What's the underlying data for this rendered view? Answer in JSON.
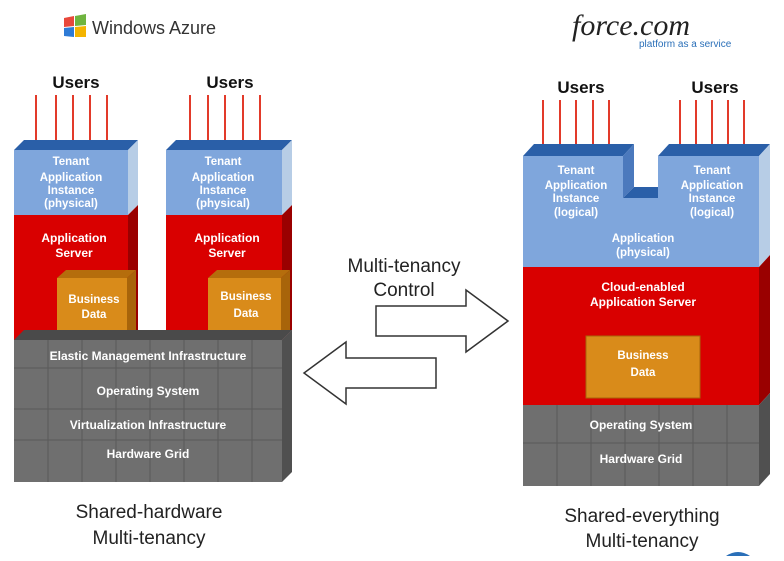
{
  "logos": {
    "windows_azure": "Windows Azure",
    "force_brand": "force.com",
    "force_tagline": "platform as a service"
  },
  "left_stack": {
    "users_1": "Users",
    "users_2": "Users",
    "tenant_1": [
      "Tenant",
      "Application",
      "Instance",
      "(physical)"
    ],
    "tenant_2": [
      "Tenant",
      "Application",
      "Instance",
      "(physical)"
    ],
    "app_server_1": [
      "Application",
      "Server"
    ],
    "app_server_2": [
      "Application",
      "Server"
    ],
    "business_data_1": [
      "Business",
      "Data"
    ],
    "business_data_2": [
      "Business",
      "Data"
    ],
    "elastic_mgmt": "Elastic Management Infrastructure",
    "operating_system": "Operating System",
    "virtualization": "Virtualization Infrastructure",
    "hardware_grid": "Hardware Grid",
    "caption": [
      "Shared-hardware",
      "Multi-tenancy"
    ]
  },
  "right_stack": {
    "users_1": "Users",
    "users_2": "Users",
    "tenant_1": [
      "Tenant",
      "Application",
      "Instance",
      "(logical)"
    ],
    "tenant_2": [
      "Tenant",
      "Application",
      "Instance",
      "(logical)"
    ],
    "application": [
      "Application",
      "(physical)"
    ],
    "cloud_server": [
      "Cloud-enabled",
      "Application Server"
    ],
    "business_data": [
      "Business",
      "Data"
    ],
    "operating_system": "Operating System",
    "hardware_grid": "Hardware Grid",
    "caption": [
      "Shared-everything",
      "Multi-tenancy"
    ]
  },
  "center": {
    "label": [
      "Multi-tenancy",
      "Control"
    ]
  },
  "colors": {
    "tenant_blue": "#7fa6dc",
    "tenant_side": "#b7cde6",
    "top_blue": "#2a5fa8",
    "server_red": "#d90000",
    "server_red_top": "#b00000",
    "data_orange": "#d98b1a",
    "grey": "#6f6f6f",
    "grey_top": "#4a4a4a",
    "user_line": "#e23a2a"
  }
}
